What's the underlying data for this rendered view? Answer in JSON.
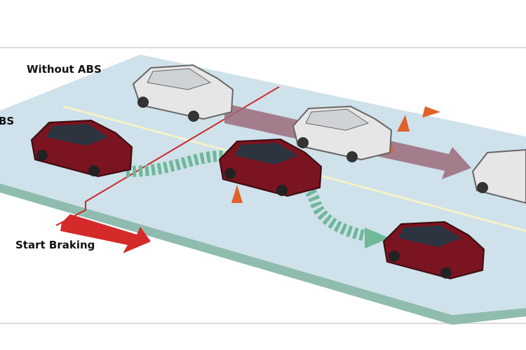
{
  "labels": {
    "without_abs": "Without ABS",
    "with_abs_cut": "BS",
    "start_braking": "Start Braking"
  },
  "colors": {
    "board": "#cfe1ea",
    "board_edge": "#8fbcae",
    "red_line": "#cc2a2a",
    "red_car": "#7a1420",
    "grey_car": "#e6e6e6",
    "skid_arrow": "#9c6b7c",
    "abs_path": "#6fb89a",
    "cone": "#e0622a",
    "lane_line": "#f4f2c8"
  }
}
